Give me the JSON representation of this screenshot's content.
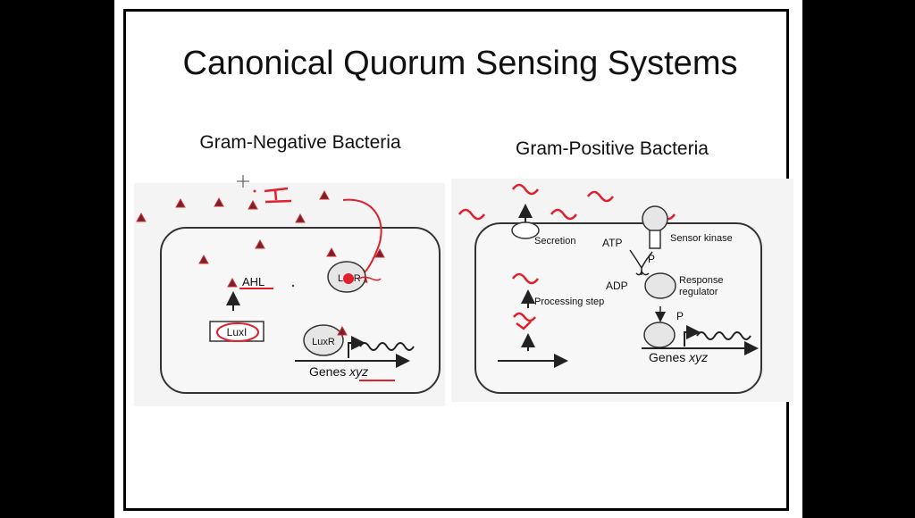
{
  "slide": {
    "title": "Canonical Quorum Sensing Systems",
    "gram_negative": {
      "heading": "Gram-Negative Bacteria",
      "labels": {
        "signal": "AHL",
        "synthase": "LuxI",
        "receptor_cytoplasm": "LuxR",
        "receptor_promoter": "LuxR",
        "genes": "Genes",
        "genes_italic": "xyz"
      }
    },
    "gram_positive": {
      "heading": "Gram-Positive Bacteria",
      "labels": {
        "secretion": "Secretion",
        "sensor_kinase": "Sensor kinase",
        "atp": "ATP",
        "adp": "ADP",
        "phosphate_top": "P",
        "phosphate_bottom": "P",
        "response_line1": "Response",
        "response_line2": "regulator",
        "processing": "Processing step",
        "genes": "Genes",
        "genes_italic": "xyz"
      }
    },
    "colors": {
      "signal_fill": "#7a1f2b",
      "annotation_red": "#e0202c",
      "ink": "#222222"
    }
  }
}
